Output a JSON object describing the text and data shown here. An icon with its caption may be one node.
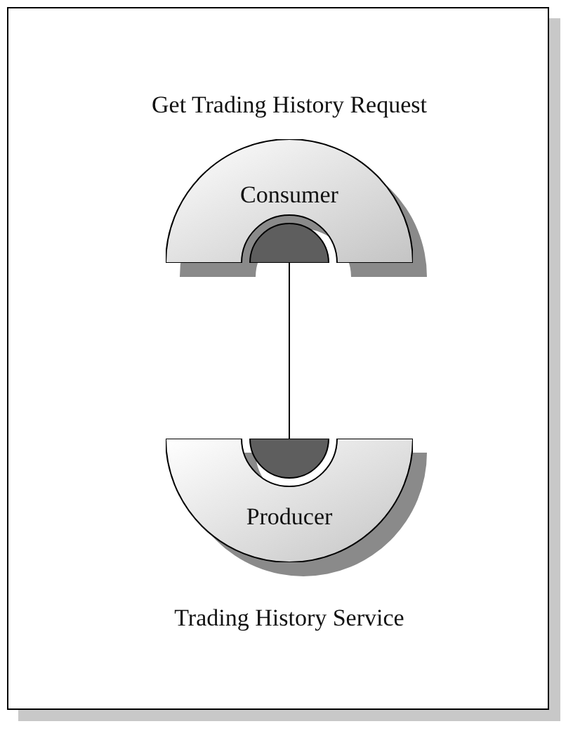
{
  "diagram": {
    "nodes": [
      {
        "text": [
          "Consumer"
        ],
        "beside": [
          "Get Trading History Request"
        ]
      },
      {
        "text": [
          "Producer"
        ],
        "beside": [
          "Trading History Service"
        ]
      }
    ],
    "edges": [
      {
        "from": 0,
        "to": 1,
        "arrow": "none"
      }
    ]
  }
}
